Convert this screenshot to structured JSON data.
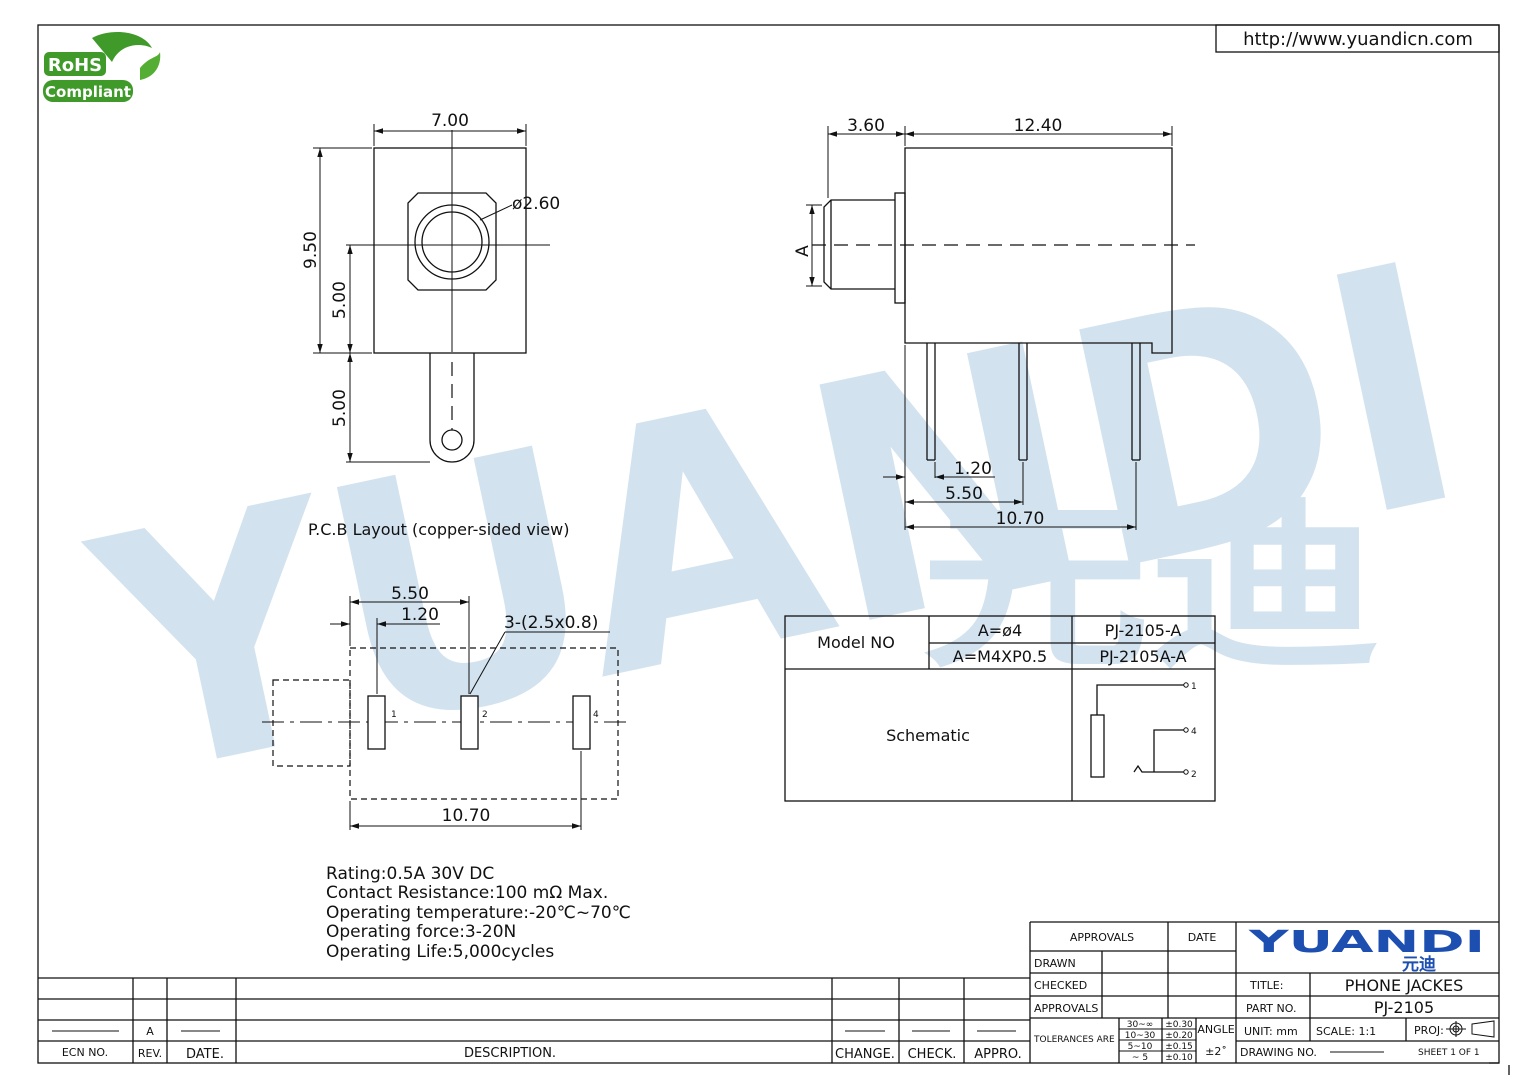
{
  "website_url": "http://www.yuandicn.com",
  "rohs_badge": {
    "line1": "RoHS",
    "line2": "Compliant"
  },
  "watermark": {
    "latin": "YUANDI",
    "chinese": "元迪"
  },
  "front_view": {
    "width": "7.00",
    "height": "9.50",
    "center_height": "5.00",
    "tail_length": "5.00",
    "hole_dia": "ø2.60"
  },
  "side_view": {
    "nose": "3.60",
    "body": "12.40",
    "a_label": "A",
    "pin1": "1.20",
    "pin2": "5.50",
    "pin3": "10.70"
  },
  "pcb": {
    "title": "P.C.B Layout (copper-sided view)",
    "dim1": "5.50",
    "dim2": "1.20",
    "slot_note": "3-(2.5x0.8)",
    "total": "10.70",
    "pins": [
      "1",
      "2",
      "4"
    ]
  },
  "model_table": {
    "header": "Model NO",
    "rows": [
      {
        "a": "A=ø4",
        "part": "PJ-2105-A"
      },
      {
        "a": "A=M4XP0.5",
        "part": "PJ-2105A-A"
      }
    ],
    "schematic_label": "Schematic",
    "pins": [
      "1",
      "4",
      "2"
    ]
  },
  "specs": [
    "Rating:0.5A 30V DC",
    "Contact Resistance:100 mΩ Max.",
    "Operating temperature:-20℃~70℃",
    "Operating force:3-20N",
    "Operating Life:5,000cycles"
  ],
  "revision_block": {
    "rev_value": "A",
    "headers": [
      "ECN NO.",
      "REV.",
      "DATE.",
      "DESCRIPTION.",
      "CHANGE.",
      "CHECK.",
      "APPRO."
    ]
  },
  "title_block": {
    "approvals": "APPROVALS",
    "date": "DATE",
    "drawn": "DRAWN",
    "checked": "CHECKED",
    "approvals2": "APPROVALS",
    "brand": "YUANDI",
    "brand_cn": "元迪",
    "title_label": "TITLE:",
    "title_value": "PHONE JACKES",
    "part_label": "PART NO.",
    "part_value": "PJ-2105",
    "tolerances_label": "TOLERANCES ARE",
    "tol_ranges": [
      "30~∞",
      "10~30",
      "5~10",
      "~ 5"
    ],
    "tol_values": [
      "±0.30",
      "±0.20",
      "±0.15",
      "±0.10"
    ],
    "angle_label": "ANGLE",
    "angle_value": "±2˚",
    "unit": "UNIT: mm",
    "scale": "SCALE: 1:1",
    "proj": "PROJ:",
    "drawing_no": "DRAWING NO.",
    "sheet": "SHEET 1 OF 1"
  }
}
